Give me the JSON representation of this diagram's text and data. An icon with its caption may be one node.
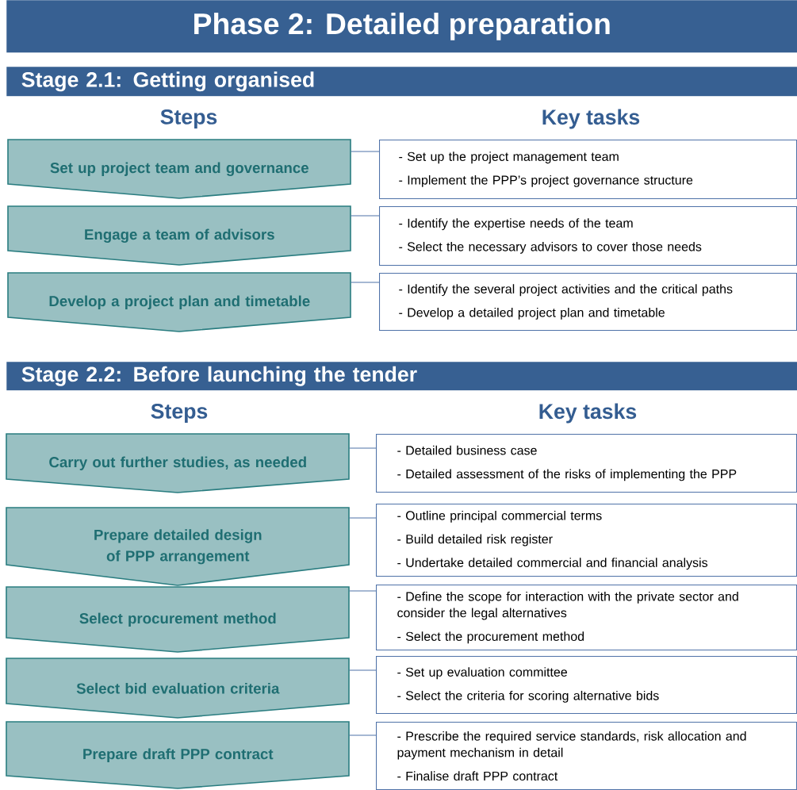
{
  "diagram": {
    "title": "Phase 2: Detailed preparation",
    "nodes": [
      {
        "text": [
          "Stage 2.1:  Getting organised"
        ]
      },
      {
        "text": [
          "Set up project team and governance"
        ]
      },
      {
        "text": [
          "- Set up the project management team",
          "- Implement the PPP’s project governance structure"
        ]
      },
      {
        "text": [
          "Engage a team of advisors"
        ]
      },
      {
        "text": [
          "- Identify the expertise needs of the team",
          "- Select the necessary advisors to cover those needs"
        ]
      },
      {
        "text": [
          "Develop a project plan and timetable"
        ]
      },
      {
        "text": [
          "- Identify the several project activities and the critical paths",
          "- Develop a detailed project plan and timetable"
        ]
      },
      {
        "text": [
          "Stage 2.2:  Before launching the tender"
        ]
      },
      {
        "text": [
          "Carry out further studies, as needed"
        ]
      },
      {
        "text": [
          "- Detailed business case",
          "- Detailed assessment of the risks of implementing the PPP"
        ]
      },
      {
        "text": [
          "Prepare detailed design of PPP arrangement"
        ]
      },
      {
        "text": [
          "- Outline principal commercial terms",
          "- Build detailed risk register",
          "- Undertake detailed commercial and financial analysis"
        ]
      },
      {
        "text": [
          "Select procurement method"
        ]
      },
      {
        "text": [
          "- Define the scope for interaction with the private sector and consider the legal alternatives",
          "- Select the procurement method"
        ]
      },
      {
        "text": [
          "Select bid evaluation criteria"
        ]
      },
      {
        "text": [
          "- Set up evaluation committee",
          "- Select the criteria for scoring alternative bids"
        ]
      },
      {
        "text": [
          "Prepare draft PPP contract"
        ]
      },
      {
        "text": [
          "- Prescribe the required service standards, risk allocation  and payment mechanism in detail",
          "- Finalise draft PPP contract"
        ]
      }
    ],
    "edges": [
      {
        "from": 1,
        "to": 2,
        "arrow": "none"
      },
      {
        "from": 3,
        "to": 4,
        "arrow": "none"
      },
      {
        "from": 5,
        "to": 6,
        "arrow": "none"
      },
      {
        "from": 8,
        "to": 9,
        "arrow": "none"
      },
      {
        "from": 10,
        "to": 11,
        "arrow": "none"
      },
      {
        "from": 12,
        "to": 13,
        "arrow": "none"
      },
      {
        "from": 14,
        "to": 15,
        "arrow": "none"
      },
      {
        "from": 16,
        "to": 17,
        "arrow": "none"
      }
    ],
    "labels": [
      "Steps",
      "Key tasks",
      "Steps",
      "Key tasks"
    ]
  }
}
